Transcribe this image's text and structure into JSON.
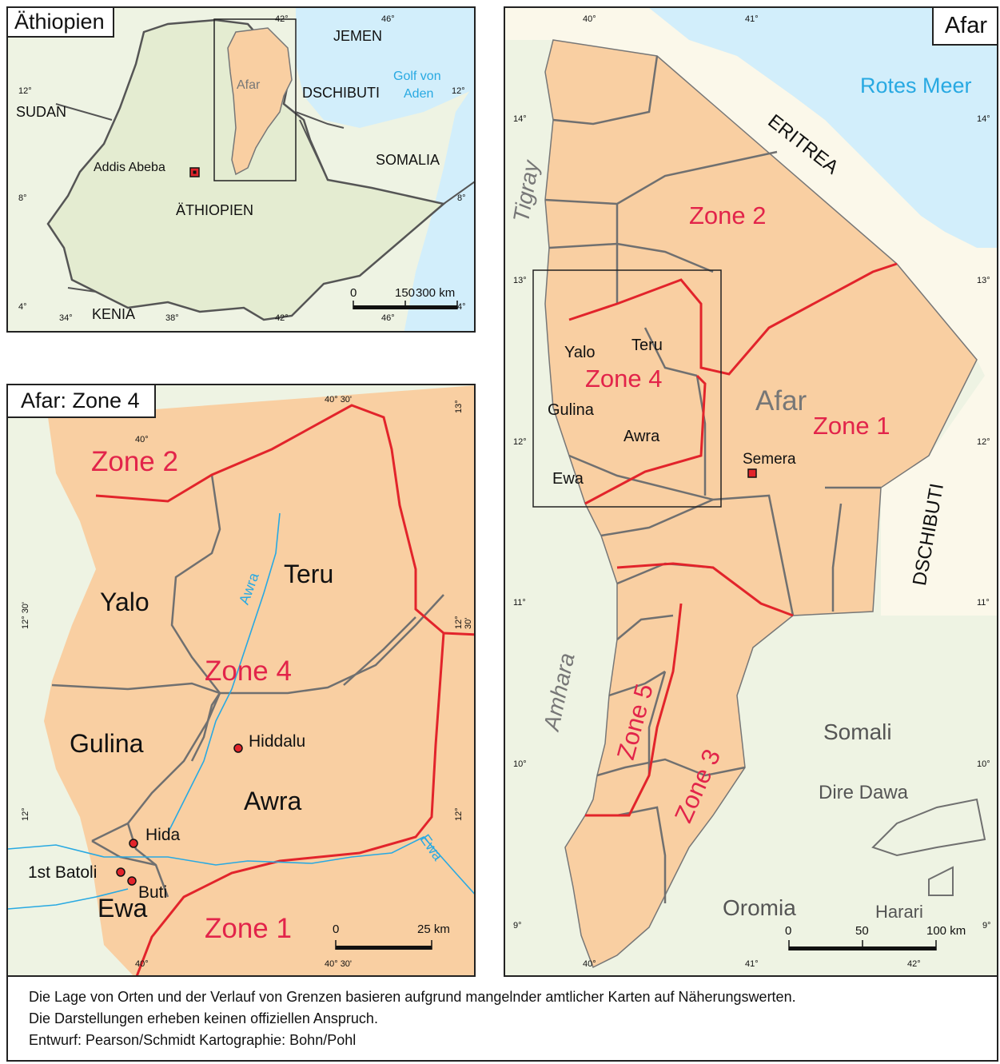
{
  "colors": {
    "afar": "#f9cfa2",
    "land": "#eef3e3",
    "eritrea_land": "#fbf8ea",
    "sea": "#d2eefb",
    "zone_border": "#e2242b",
    "admin_border": "#707070",
    "river": "#28a9e2",
    "zone_label": "#e2244a"
  },
  "inset_ethiopia": {
    "title": "Äthiopien",
    "countries": {
      "sudan": "SUDAN",
      "jemen": "JEMEN",
      "dschibuti": "DSCHIBUTI",
      "somalia": "SOMALIA",
      "kenia": "KENIA",
      "aethiopien": "ÄTHIOPIEN"
    },
    "sea_label": [
      "Golf von",
      "Aden"
    ],
    "region_label": "Afar",
    "capital": "Addis Abeba",
    "lon_ticks": [
      "34°",
      "38°",
      "42°",
      "46°",
      "42°",
      "46°"
    ],
    "lat_ticks": [
      "12°",
      "8°",
      "4°",
      "12°",
      "8°",
      "4°"
    ],
    "scale": {
      "labels": [
        "0",
        "150",
        "300 km"
      ]
    }
  },
  "inset_zone4": {
    "title": "Afar: Zone 4",
    "zones": {
      "zone1": "Zone 1",
      "zone2": "Zone 2",
      "zone4": "Zone 4"
    },
    "districts": {
      "yalo": "Yalo",
      "teru": "Teru",
      "gulina": "Gulina",
      "awra": "Awra",
      "ewa": "Ewa"
    },
    "places": {
      "hiddalu": "Hiddalu",
      "hida": "Hida",
      "batoli": "1st Batoli",
      "buti": "Buti"
    },
    "rivers": {
      "awra": "Awra",
      "ewa": "Ewa"
    },
    "lon_ticks": [
      "40°",
      "40° 30'",
      "40°",
      "40° 30'"
    ],
    "lat_ticks": [
      "13°",
      "12° 30'",
      "12° 30'",
      "12°",
      "12°"
    ],
    "scale": {
      "labels": [
        "0",
        "25 km"
      ]
    }
  },
  "main_afar": {
    "title": "Afar",
    "sea_label": "Rotes Meer",
    "neighbors": {
      "eritrea": "ERITREA",
      "dschibuti": "DSCHIBUTI",
      "tigray": "Tigray",
      "amhara": "Amhara",
      "somali": "Somali",
      "oromia": "Oromia",
      "dire_dawa": "Dire Dawa",
      "harari": "Harari"
    },
    "region_label": "Afar",
    "capital": "Semera",
    "zones": {
      "zone1": "Zone 1",
      "zone2": "Zone 2",
      "zone3": "Zone 3",
      "zone4": "Zone 4",
      "zone5": "Zone 5"
    },
    "districts": {
      "yalo": "Yalo",
      "teru": "Teru",
      "gulina": "Gulina",
      "awra": "Awra",
      "ewa": "Ewa"
    },
    "lon_ticks": [
      "40°",
      "41°",
      "40°",
      "41°",
      "42°"
    ],
    "lat_ticks": [
      "14°",
      "13°",
      "12°",
      "11°",
      "10°",
      "9°",
      "14°",
      "13°",
      "12°",
      "11°",
      "10°",
      "9°"
    ],
    "scale": {
      "labels": [
        "0",
        "50",
        "100 km"
      ]
    }
  },
  "footer": {
    "line1": "Die Lage von Orten und der Verlauf von Grenzen basieren aufgrund mangelnder amtlicher Karten auf Näherungswerten.",
    "line2": "Die Darstellungen erheben keinen offiziellen Anspruch.",
    "line3": "Entwurf: Pearson/Schmidt   Kartographie: Bohn/Pohl"
  }
}
